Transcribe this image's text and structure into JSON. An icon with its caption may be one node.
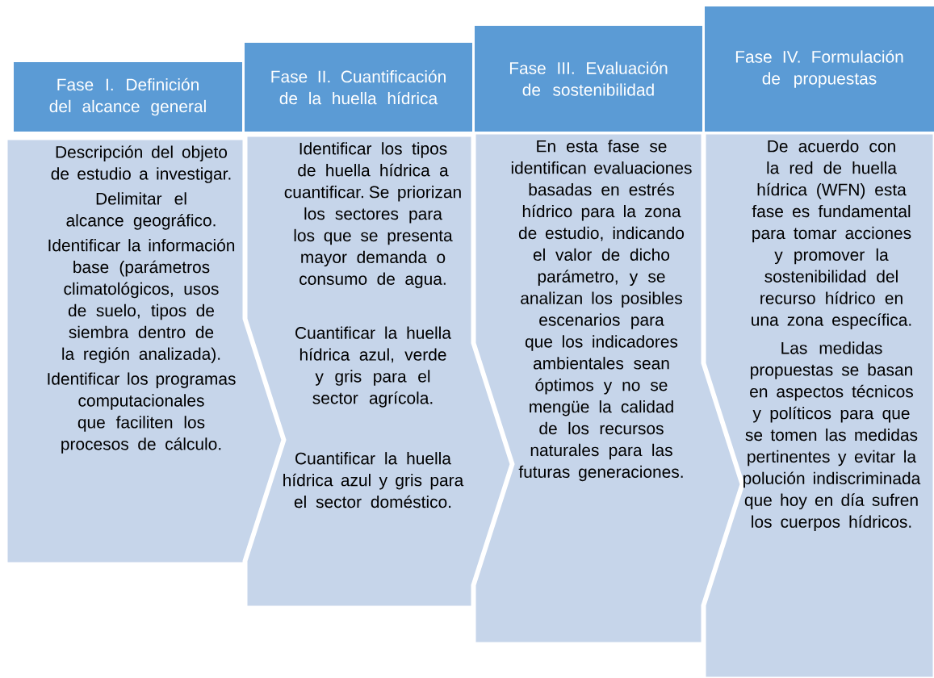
{
  "diagram": {
    "nodes": [
      {
        "text": [
          "Fase I. Definición del alcance general"
        ]
      },
      {
        "text": [
          "Descripción del objeto de estudio a investigar.",
          "Delimitar el alcance geográfico.",
          "Identificar la información base (parámetros climatológicos, usos de suelo, tipos de siembra dentro de la región analizada).",
          "Identificar los programas computacionales que faciliten los procesos de cálculo."
        ]
      },
      {
        "text": [
          "Fase II. Cuantificación de la huella hídrica"
        ]
      },
      {
        "text": [
          "Identificar los tipos de huella hídrica a cuantificar. Se priorizan los sectores para los que se presenta mayor demanda o consumo de agua.",
          "Cuantificar la huella hídrica azul, verde y gris para el sector agrícola.",
          "Cuantificar la huella hídrica azul y gris para el sector doméstico."
        ]
      },
      {
        "text": [
          "Fase III. Evaluación de sostenibilidad"
        ]
      },
      {
        "text": [
          "En esta fase se identifican evaluaciones basadas en estrés hídrico para la zona de estudio, indicando el valor de dicho parámetro, y se analizan los posibles escenarios para que los indicadores ambientales sean óptimos y no se mengüe la calidad de los recursos naturales para las futuras generaciones."
        ]
      },
      {
        "text": [
          "Fase IV. Formulación de propuestas"
        ]
      },
      {
        "text": [
          "De acuerdo con la red de huella hídrica (WFN) esta fase es fundamental para tomar acciones y promover la sostenibilidad del recurso hídrico en una zona específica.",
          "Las medidas propuestas se basan en aspectos técnicos y políticos para que se tomen las medidas pertinentes y evitar la polución indiscriminada que hoy en día sufren los cuerpos hídricos."
        ]
      }
    ]
  }
}
